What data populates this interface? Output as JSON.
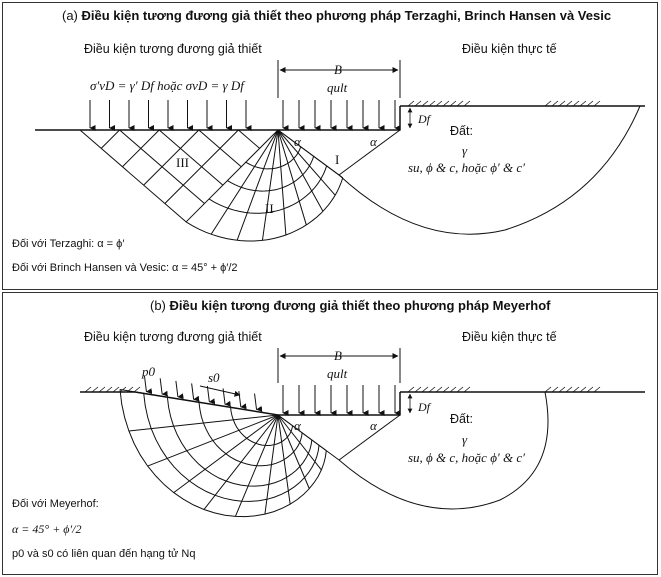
{
  "panel_a": {
    "title_prefix": "(a) ",
    "title_bold": "Điều kiện tương đương giả thiết theo phương pháp Terzaghi, Brinch Hansen và Vesic",
    "left_heading": "Điều kiện tương đương giả thiết",
    "right_heading": "Điều kiện thực tế",
    "surcharge_eq": "σ′vD = γ′ Df  hoặc  σvD = γ Df",
    "B": "B",
    "q_ult": "qult",
    "Df": "Df",
    "alpha": "α",
    "zone_I": "I",
    "zone_II": "II",
    "zone_III": "III",
    "soil_label": "Đất:",
    "gamma": "γ",
    "soil_params": "su, ϕ & c,  hoặc  ϕ′ & c′",
    "note_1": "Đối với Terzaghi:  α = ϕ′",
    "note_2": "Đối với Brinch Hansen và Vesic:  α = 45° + ϕ′/2"
  },
  "panel_b": {
    "title_prefix": "(b) ",
    "title_bold": "Điều kiện tương đương giả thiết theo phương pháp Meyerhof",
    "left_heading": "Điều kiện tương đương giả thiết",
    "right_heading": "Điều kiện thực tế",
    "p0": "p0",
    "s0": "s0",
    "B": "B",
    "q_ult": "qult",
    "Df": "Df",
    "alpha": "α",
    "soil_label": "Đất:",
    "gamma": "γ",
    "soil_params": "su, ϕ & c,  hoặc  ϕ′ & c′",
    "note_1": "Đối với Meyerhof:",
    "note_2": "α = 45° + ϕ′/2",
    "note_3": "p0 và s0 có liên quan đến hạng tử Nq"
  }
}
